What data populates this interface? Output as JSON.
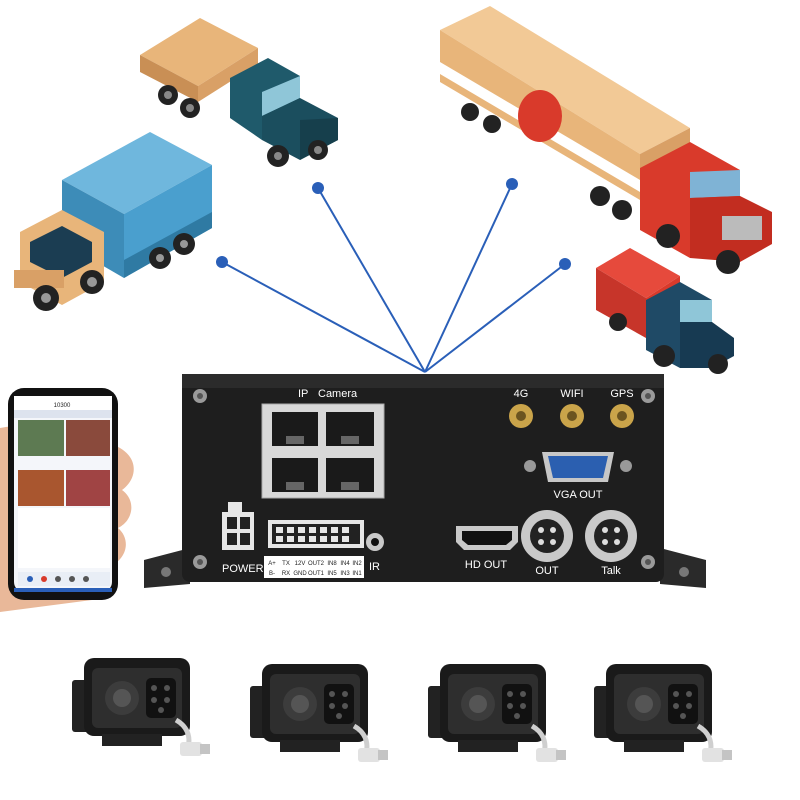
{
  "dvr": {
    "camera_group": {
      "ip": "IP",
      "camera": "Camera"
    },
    "antennas": {
      "a1": "4G",
      "a2": "WIFI",
      "a3": "GPS"
    },
    "vga_label": "VGA OUT",
    "hd_label": "HD OUT",
    "out_label": "OUT",
    "talk_label": "Talk",
    "power_label": "POWER",
    "ir_label": "IR",
    "io_top": [
      "A+",
      "TX",
      "12V",
      "OUT2",
      "IN8",
      "IN4",
      "IN2"
    ],
    "io_bottom": [
      "B-",
      "RX",
      "GND",
      "OUT1",
      "IN5",
      "IN3",
      "IN1"
    ]
  },
  "phone": {
    "status_title": "10300"
  },
  "colors": {
    "link_line": "#2a5fb8",
    "dvr_body": "#1e1e1e",
    "truck_cab_teal": "#1f5a6b",
    "truck_cargo_tan": "#e8b57a",
    "truck_cargo_blue": "#4a9fce",
    "truck_red": "#d93a2b",
    "camera_body": "#1a1a1a"
  }
}
